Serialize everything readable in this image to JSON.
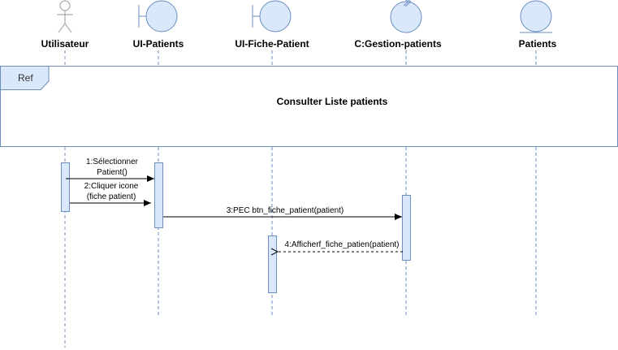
{
  "colors": {
    "shape_fill": "#dae8fc",
    "shape_stroke": "#6c8ebf",
    "actor_stroke": "#999999",
    "line": "#000000",
    "frame_fill": "#dae8fc",
    "frame_stroke": "#6c8ebf"
  },
  "participants": [
    {
      "id": "user",
      "label": "Utilisateur",
      "icon": "actor-icon"
    },
    {
      "id": "ui_patients",
      "label": "UI-Patients",
      "icon": "boundary-icon"
    },
    {
      "id": "ui_fiche",
      "label": "UI-Fiche-Patient",
      "icon": "boundary-icon"
    },
    {
      "id": "gestion",
      "label": "C:Gestion-patients",
      "icon": "control-icon"
    },
    {
      "id": "patients",
      "label": "Patients",
      "icon": "entity-icon"
    }
  ],
  "ref_frame": {
    "tag": "Ref",
    "title": "Consulter Liste patients"
  },
  "messages": [
    {
      "line1": "1:Sélectionner",
      "line2": "Patient()"
    },
    {
      "line1": "2:Cliquer icone",
      "line2": "(fiche patient)"
    },
    {
      "line1": "3:PEC btn_fiche_patient(patient)"
    },
    {
      "line1": "4:Afficherf_fiche_patien(patient)"
    }
  ]
}
